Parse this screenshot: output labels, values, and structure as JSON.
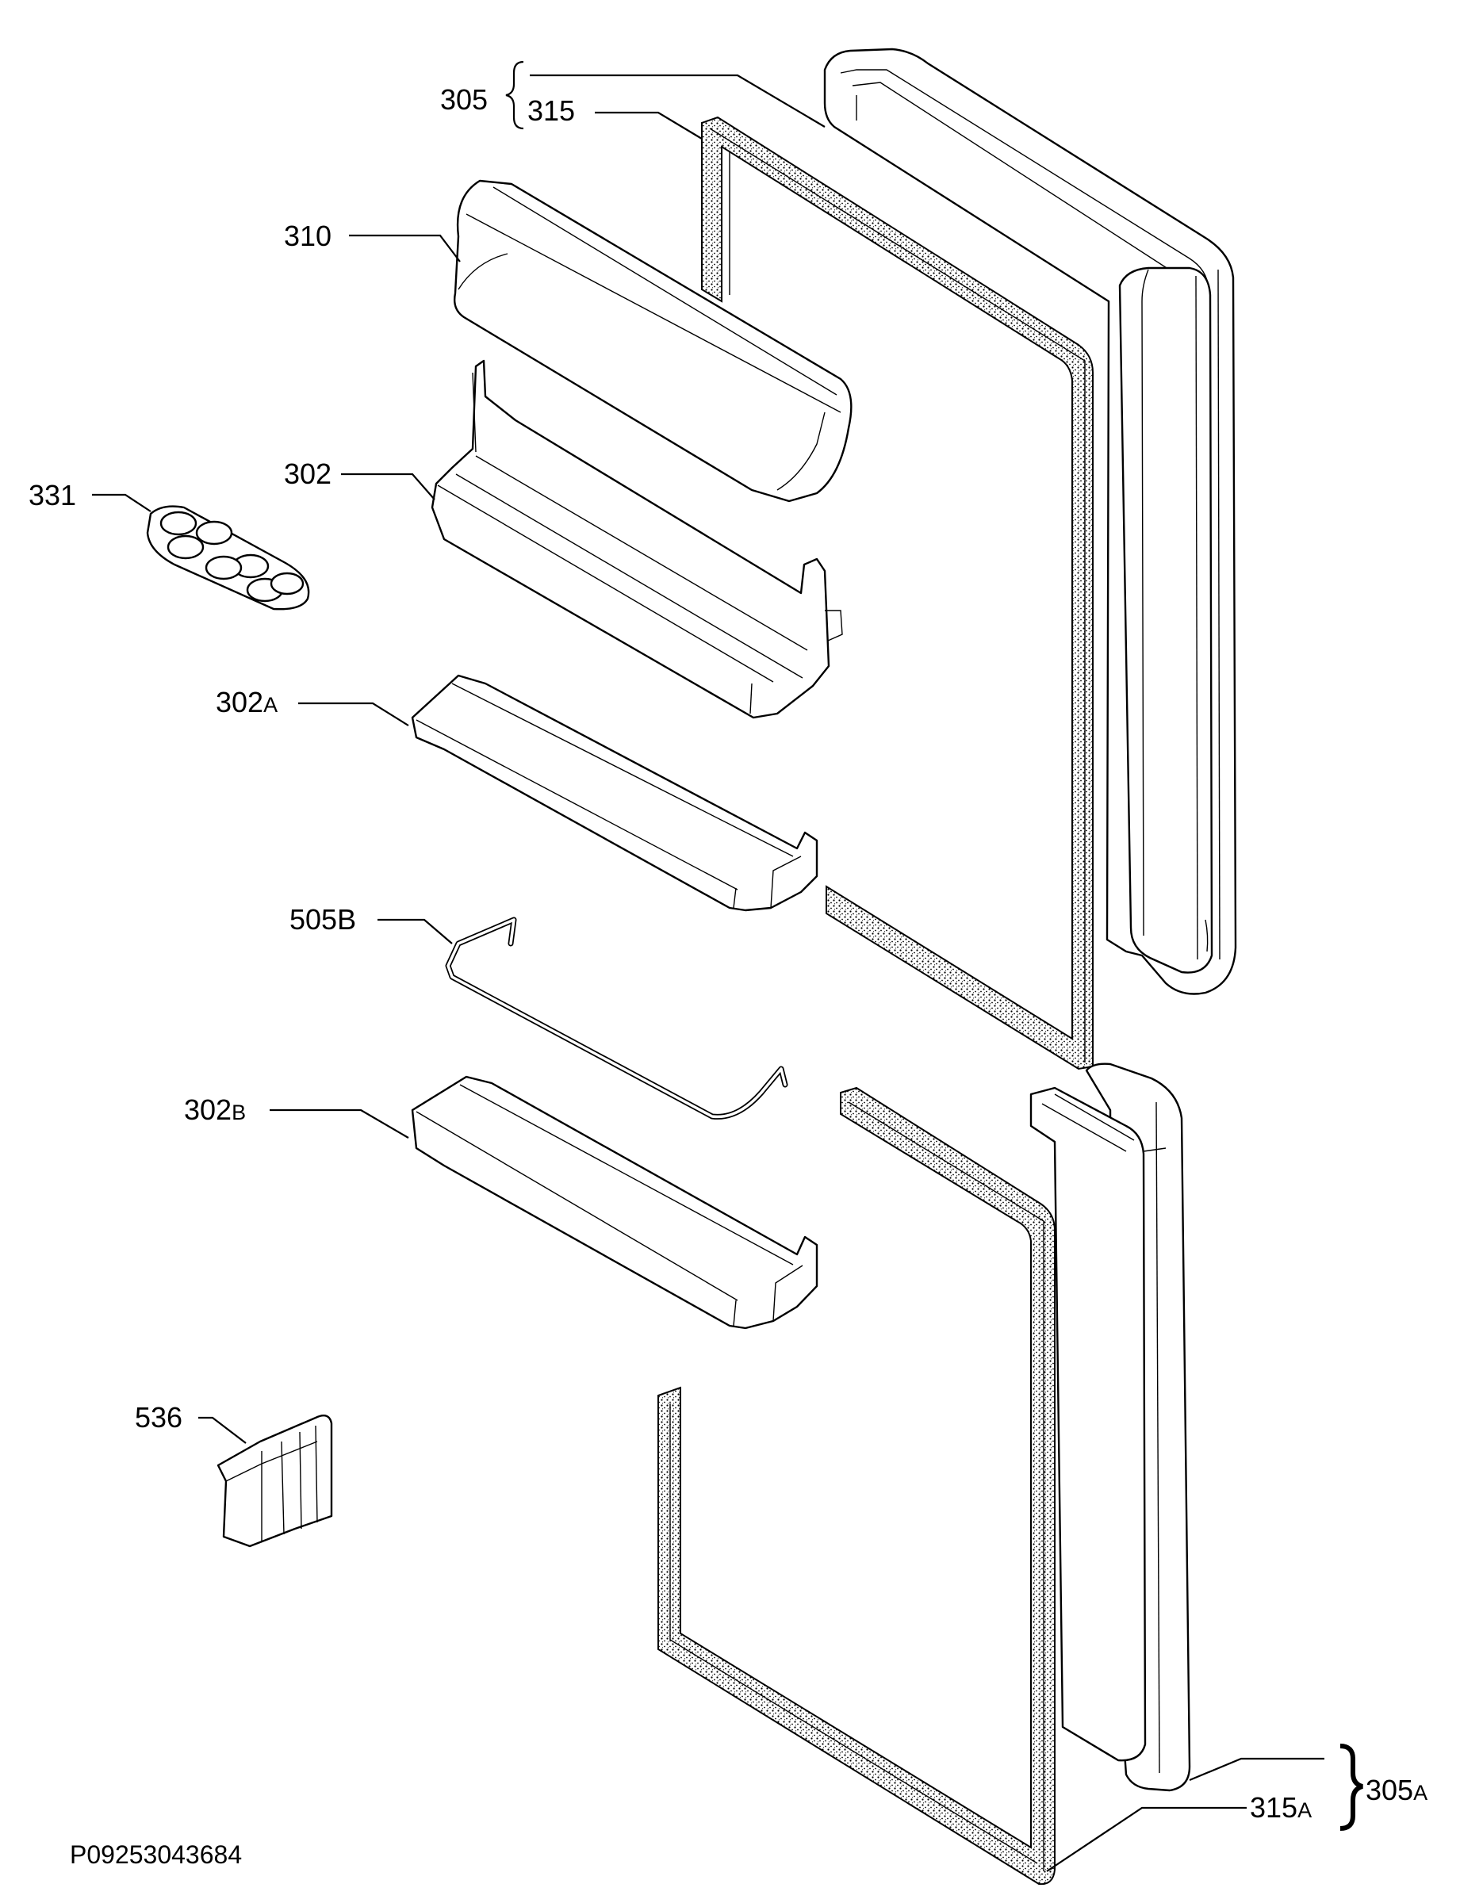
{
  "labels": {
    "l305": "305",
    "l315": "315",
    "l310": "310",
    "l302": "302",
    "l331": "331",
    "l302A": {
      "main": "302",
      "suffix": "A"
    },
    "l505B": "505B",
    "l302B": {
      "main": "302",
      "suffix": "B"
    },
    "l536": "536",
    "l305A": {
      "main": "305",
      "suffix": "A"
    },
    "l315A": {
      "main": "315",
      "suffix": "A"
    }
  },
  "drawing_code": "P09253043684",
  "colors": {
    "line": "#000000",
    "background": "#ffffff"
  }
}
